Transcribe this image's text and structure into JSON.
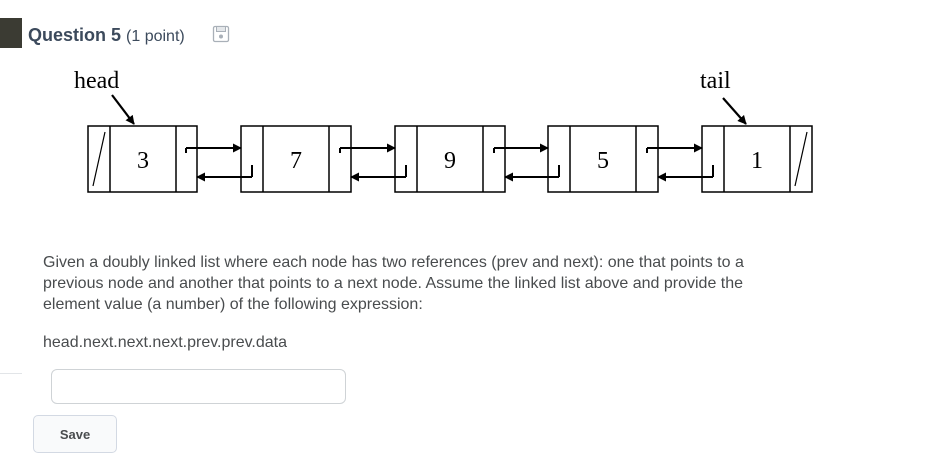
{
  "question": {
    "title": "Question 5",
    "points": "(1 point)",
    "save_icon": "floppy-disk-icon"
  },
  "diagram": {
    "head_label": "head",
    "tail_label": "tail",
    "nodes": [
      "3",
      "7",
      "9",
      "5",
      "1"
    ]
  },
  "prompt": "Given a doubly linked list where each node has two references (prev and next): one that points to a previous node and another that points to a next node. Assume the linked list above and provide the element value (a number) of the following expression:",
  "expression": "head.next.next.next.prev.prev.data",
  "answer": {
    "value": "",
    "placeholder": ""
  },
  "save_label": "Save",
  "colors": {
    "accent_bar": "#3b3b33",
    "title": "#3c4a5c",
    "body_text": "#494c4e"
  }
}
